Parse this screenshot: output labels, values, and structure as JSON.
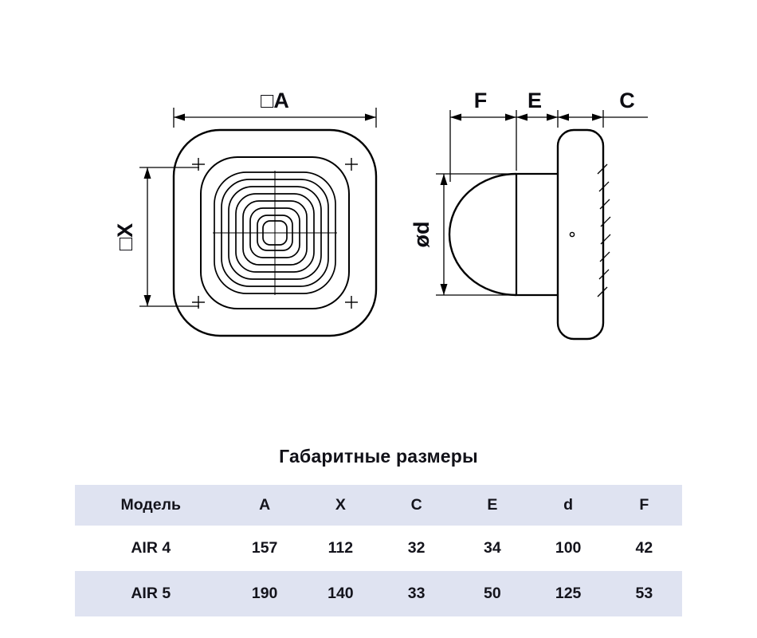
{
  "diagram": {
    "front_view": {
      "width_label": "□A",
      "height_label": "□X"
    },
    "side_view": {
      "depth_front_label": "F",
      "depth_mid_label": "E",
      "depth_plate_label": "C",
      "diameter_label": "ød"
    }
  },
  "table": {
    "title": "Габаритные размеры",
    "headers": [
      "Модель",
      "A",
      "X",
      "C",
      "E",
      "d",
      "F"
    ],
    "rows": [
      {
        "model": "AIR 4",
        "values": [
          "157",
          "112",
          "32",
          "34",
          "100",
          "42"
        ]
      },
      {
        "model": "AIR 5",
        "values": [
          "190",
          "140",
          "33",
          "50",
          "125",
          "53"
        ]
      }
    ]
  },
  "colors": {
    "row_highlight": "#dfe3f1",
    "text": "#14141c",
    "line": "#000000"
  }
}
